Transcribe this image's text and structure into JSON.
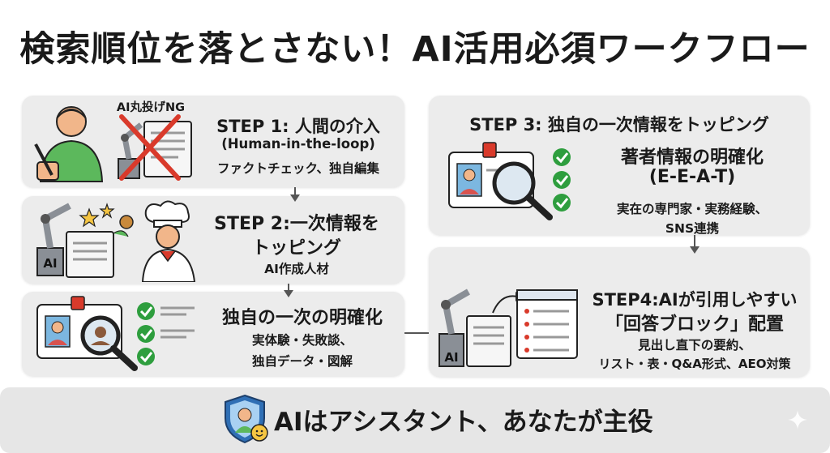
{
  "title": "検索順位を落とさない！AI活用必須ワークフロー",
  "step1": {
    "badge": "AI丸投げNG",
    "heading": "STEP 1: 人間の介入",
    "heading2": "(Human-in-the-loop)",
    "detail": "ファクトチェック、独自編集"
  },
  "step2": {
    "heading": "STEP 2:一次情報を",
    "heading2": "トッピング",
    "detail": "AI作成人材",
    "ai_label": "AI"
  },
  "step2b": {
    "heading": "独自の一次の明確化",
    "detail": "実体験・失敗談、",
    "detail2": "独自データ・図解"
  },
  "step3": {
    "heading": "STEP 3: 独自の一次情報をトッピング",
    "heading2": "著者情報の明確化",
    "heading3": "(E-E-A-T)",
    "detail": "実在の専門家・実務経験、",
    "detail2": "SNS連携"
  },
  "step4": {
    "heading": "STEP4:AIが引用しやすい",
    "heading2": "「回答ブロック」配置",
    "detail": "見出し直下の要約、",
    "detail2": "リスト・表・Q&A形式、AEO対策",
    "ai_label": "AI"
  },
  "footer": {
    "text": "AIはアシスタント、あなたが主役"
  },
  "colors": {
    "panel": "#ececec",
    "check": "#2e9e3e",
    "red": "#d93a2b",
    "robot": "#8a8f96",
    "skin": "#f1b68a",
    "shirt": "#5cb85c",
    "shield": "#2f6fb5"
  }
}
